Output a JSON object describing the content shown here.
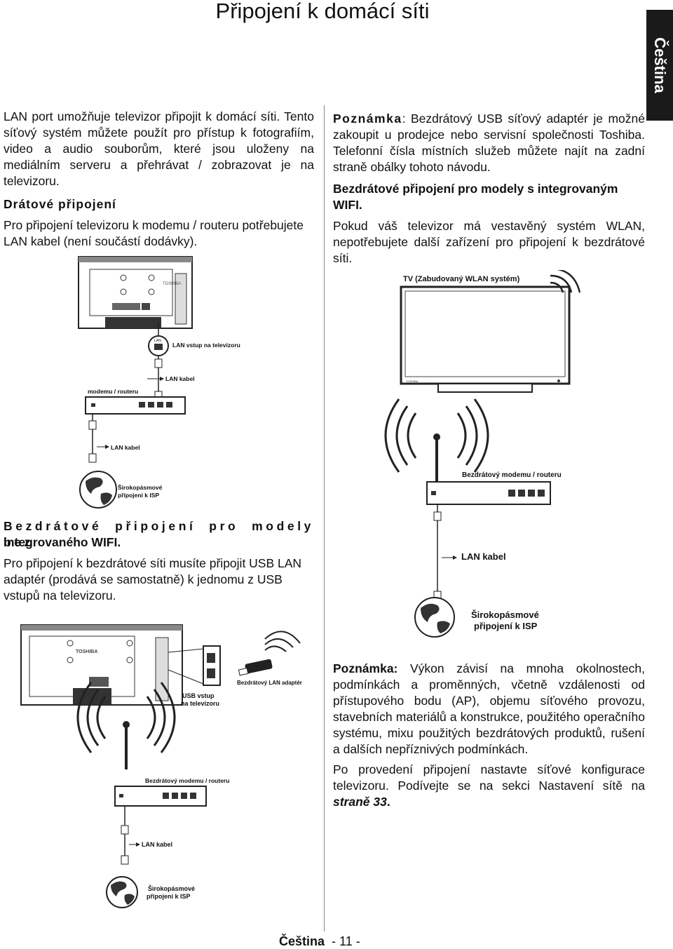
{
  "page": {
    "title": "Připojení k domácí síti",
    "language_tab": "Čeština"
  },
  "left": {
    "intro": "LAN port umožňuje televizor připojit k domácí síti. Tento síťový systém můžete použít pro přístup k fotografiím, video a audio souborům, které jsou uloženy na mediálním serveru a přehrávat / zobrazovat je na televizoru.",
    "wired_heading": "Drátové připojení",
    "wired_text": "Pro připojení televizoru k modemu / routeru potřebujete LAN kabel (není součástí dodávky).",
    "diagram1": {
      "brand": "TOSHIBA",
      "lan_tag": "LAN",
      "lan_port_label": "LAN vstup na televizoru",
      "cable_label": "LAN kabel",
      "modem_label": "modemu / routeru",
      "cable_label_2": "LAN kabel",
      "isp_label_1": "Širokopásmové",
      "isp_label_2": "připojení k ISP"
    },
    "nowifi_heading_1": "Bezdrátové připojení pro modely bez",
    "nowifi_heading_2": "integrovaného WIFI.",
    "nowifi_text": "Pro připojení k bezdrátové síti musíte připojit USB LAN adaptér (prodává se samostatně) k jednomu z USB vstupů na televizoru.",
    "diagram3": {
      "brand": "TOSHIBA",
      "usb_label_1": "USB vstup",
      "usb_label_2": "na televizoru",
      "adapter_label": "Bezdrátový LAN adaptér",
      "router_label": "Bezdrátový modemu / routeru",
      "cable_label": "LAN kabel",
      "isp_label_1": "Širokopásmové",
      "isp_label_2": "připojení k ISP"
    }
  },
  "right": {
    "note1_label": "Poznámka",
    "note1_text": ": Bezdrátový USB síťový adaptér je možné zakoupit u prodejce nebo servisní společnosti Toshiba. Telefonní čísla místních služeb můžete najít na zadní straně obálky tohoto návodu.",
    "wifi_heading": "Bezdrátové připojení pro modely s integrovaným WIFI.",
    "wifi_text": "Pokud váš televizor má vestavěný systém WLAN, nepotřebujete další zařízení pro připojení k bezdrátové síti.",
    "diagram2": {
      "tv_label": "TV (Zabudovaný WLAN systém)",
      "brand": "TOSHIBA",
      "router_label": "Bezdrátový modemu / routeru",
      "cable_label": "LAN kabel",
      "isp_label_1": "Širokopásmové",
      "isp_label_2": "připojení k ISP"
    },
    "note2_label": "Poznámka:",
    "note2_text": " Výkon závisí na mnoha okolnostech, podmínkách a proměnných, včetně vzdálenosti od přístupového bodu (AP), objemu síťového provozu, stavebních materiálů a konstrukce, použitého operačního systému, mixu použitých bezdrátových produktů, rušení a dalších nepříznivých podmínkách.",
    "final_text_1": "Po provedení připojení nastavte síťové konfigurace televizoru. Podívejte se na sekci Nastavení sítě na ",
    "final_text_link": "straně 33",
    "final_text_end": "."
  },
  "footer": {
    "language": "Čeština",
    "page_number": "- 11 -"
  }
}
